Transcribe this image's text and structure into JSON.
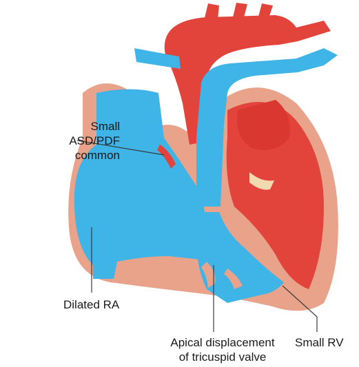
{
  "labels": {
    "asd": [
      "Small",
      "ASD/PDF",
      "common"
    ],
    "dilated_ra": "Dilated RA",
    "apical": [
      "Apical displacement",
      "of tricuspid valve"
    ],
    "small_rv": "Small RV"
  },
  "colors": {
    "outline": "#e8a38a",
    "outline_dark": "#d98a6e",
    "blue": "#3fb4e6",
    "blue_light": "#7fd0f2",
    "red": "#e2443b",
    "red_dark": "#c5302a",
    "leader": "#3a3a3a"
  }
}
